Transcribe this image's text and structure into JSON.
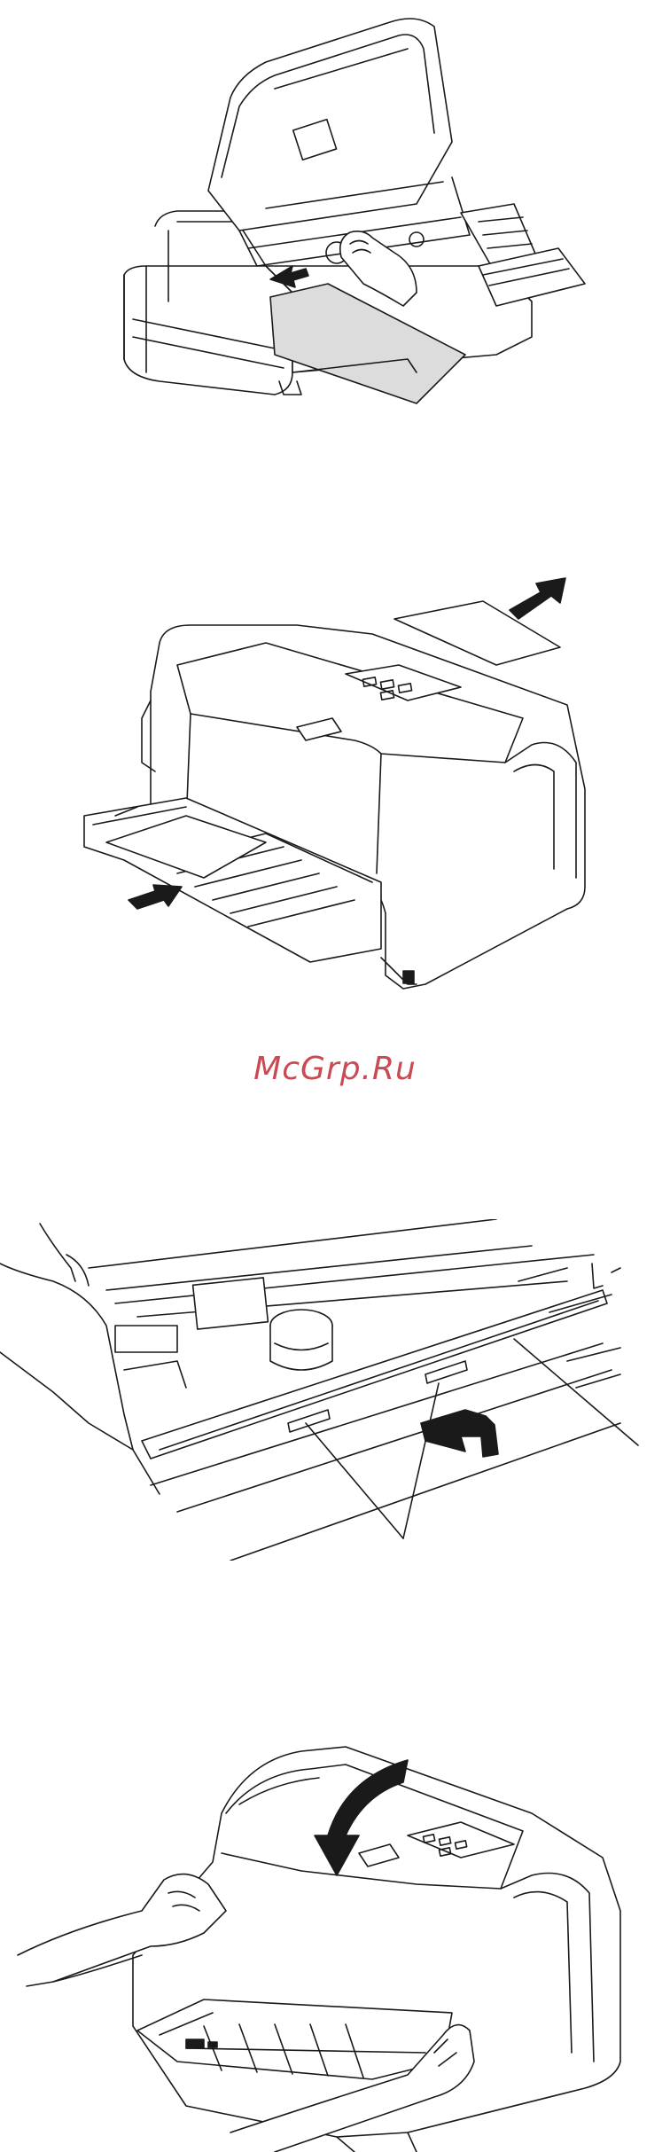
{
  "watermark": {
    "text": "McGrp.Ru"
  },
  "figures": [
    {
      "id": "fig1",
      "name": "printer-open-cover-paper-insert"
    },
    {
      "id": "fig2",
      "name": "printer-paper-eject"
    },
    {
      "id": "fig3",
      "name": "paper-guide-closeup"
    },
    {
      "id": "fig4",
      "name": "hands-closing-cover"
    }
  ],
  "colors": {
    "line": "#1a1a1a",
    "paper_fill": "#dcdcdc",
    "watermark": "#c94a52"
  }
}
